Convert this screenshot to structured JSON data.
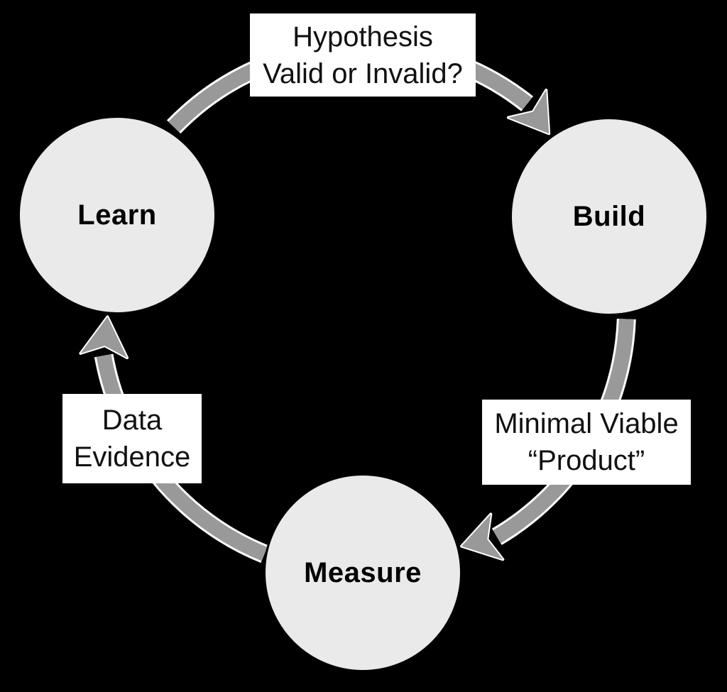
{
  "diagram": {
    "nodes": {
      "learn": {
        "label": "Learn"
      },
      "build": {
        "label": "Build"
      },
      "measure": {
        "label": "Measure"
      }
    },
    "edge_labels": {
      "hypothesis": {
        "line1": "Hypothesis",
        "line2": "Valid or Invalid?"
      },
      "mvp": {
        "line1": "Minimal Viable",
        "line2": "“Product”"
      },
      "data": {
        "line1": "Data",
        "line2": "Evidence"
      }
    },
    "edges": [
      {
        "from": "Learn",
        "to": "Build",
        "label": "Hypothesis Valid or Invalid?"
      },
      {
        "from": "Build",
        "to": "Measure",
        "label": "Minimal Viable “Product”"
      },
      {
        "from": "Measure",
        "to": "Learn",
        "label": "Data Evidence"
      }
    ]
  },
  "colors": {
    "background": "#000000",
    "node_fill": "#eaeaea",
    "node_border": "#000000",
    "arrow": "#999999",
    "arrow_outline": "#ffffff",
    "label_bg": "#ffffff",
    "label_text": "#111111"
  }
}
